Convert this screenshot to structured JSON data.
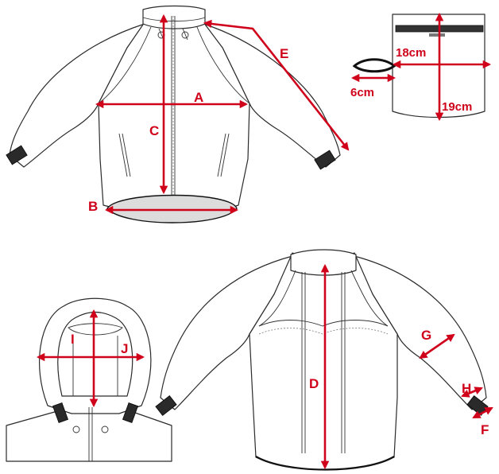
{
  "labels": {
    "a": "A",
    "b": "B",
    "c": "C",
    "d": "D",
    "e": "E",
    "f": "F",
    "g": "G",
    "h": "H",
    "i": "I",
    "j": "J",
    "pocket_width": "18cm",
    "pocket_height": "19cm",
    "pocket_opening": "6cm"
  },
  "colors": {
    "measure": "#d0021b",
    "outline": "#2b2b2b",
    "hem_fill": "#dcdcdc",
    "cuff": "#2a2a2a"
  }
}
